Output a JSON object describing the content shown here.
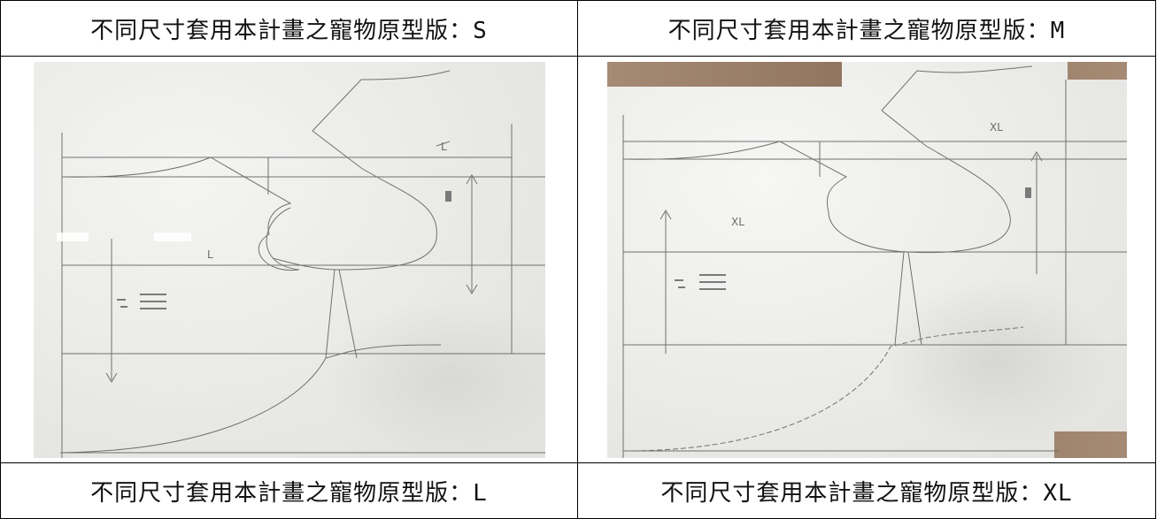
{
  "captions": {
    "top_left": "不同尺寸套用本計畫之寵物原型版：S",
    "top_right": "不同尺寸套用本計畫之寵物原型版：M",
    "bottom_left": "不同尺寸套用本計畫之寵物原型版：L",
    "bottom_right": "不同尺寸套用本計畫之寵物原型版：XL"
  },
  "photo_left": {
    "notes": {
      "size_mark_1": "L",
      "size_mark_2": "L"
    }
  },
  "photo_right": {
    "notes": {
      "size_mark_1": "XL",
      "size_mark_2": "XL"
    }
  },
  "colors": {
    "paper": "#f1f1ef",
    "pencil": "#6b6b6b",
    "wood": "#9a7f6a",
    "border": "#000000"
  }
}
